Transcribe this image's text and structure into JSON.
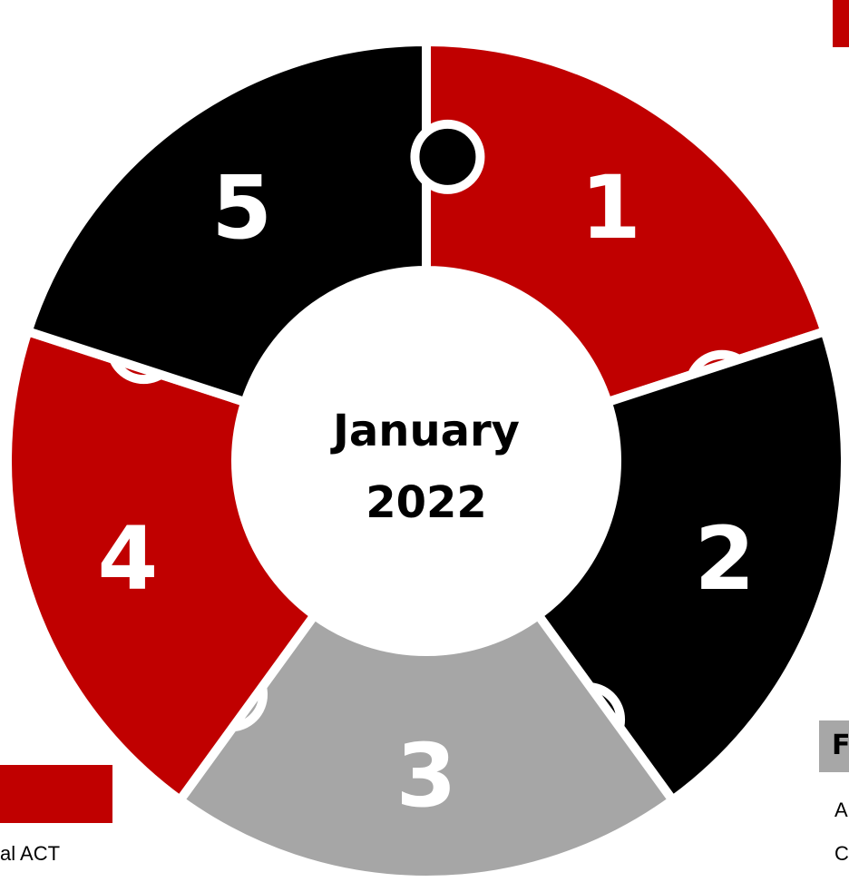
{
  "colors": {
    "red": "#c00000",
    "black": "#000000",
    "gray": "#a6a6a6",
    "white": "#ffffff"
  },
  "center": {
    "line1": "January",
    "line2": "2022"
  },
  "segments": [
    {
      "number": "1",
      "color": "red"
    },
    {
      "number": "2",
      "color": "black"
    },
    {
      "number": "3",
      "color": "gray"
    },
    {
      "number": "4",
      "color": "red"
    },
    {
      "number": "5",
      "color": "black"
    }
  ],
  "side_items": {
    "bottom_left_text": "al ACT",
    "right_label": "F",
    "right_text_line1": "A",
    "right_text_line2": "C"
  }
}
